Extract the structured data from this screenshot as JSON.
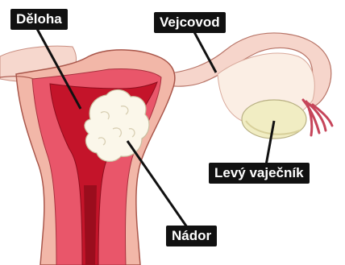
{
  "labels": {
    "deloha": "Děloha",
    "vejcovod": "Vejcovod",
    "levy_vajecnik": "Levý vaječník",
    "nador": "Nádor"
  },
  "colors": {
    "uterus_outer": "#f2b7a8",
    "uterus_inner": "#d7283a",
    "cavity": "#b5101f",
    "tube": "#f6d5cb",
    "ovary": "#f1edc3",
    "tumor": "#fbf7ea",
    "label_bg": "#111111",
    "label_text": "#ffffff"
  }
}
